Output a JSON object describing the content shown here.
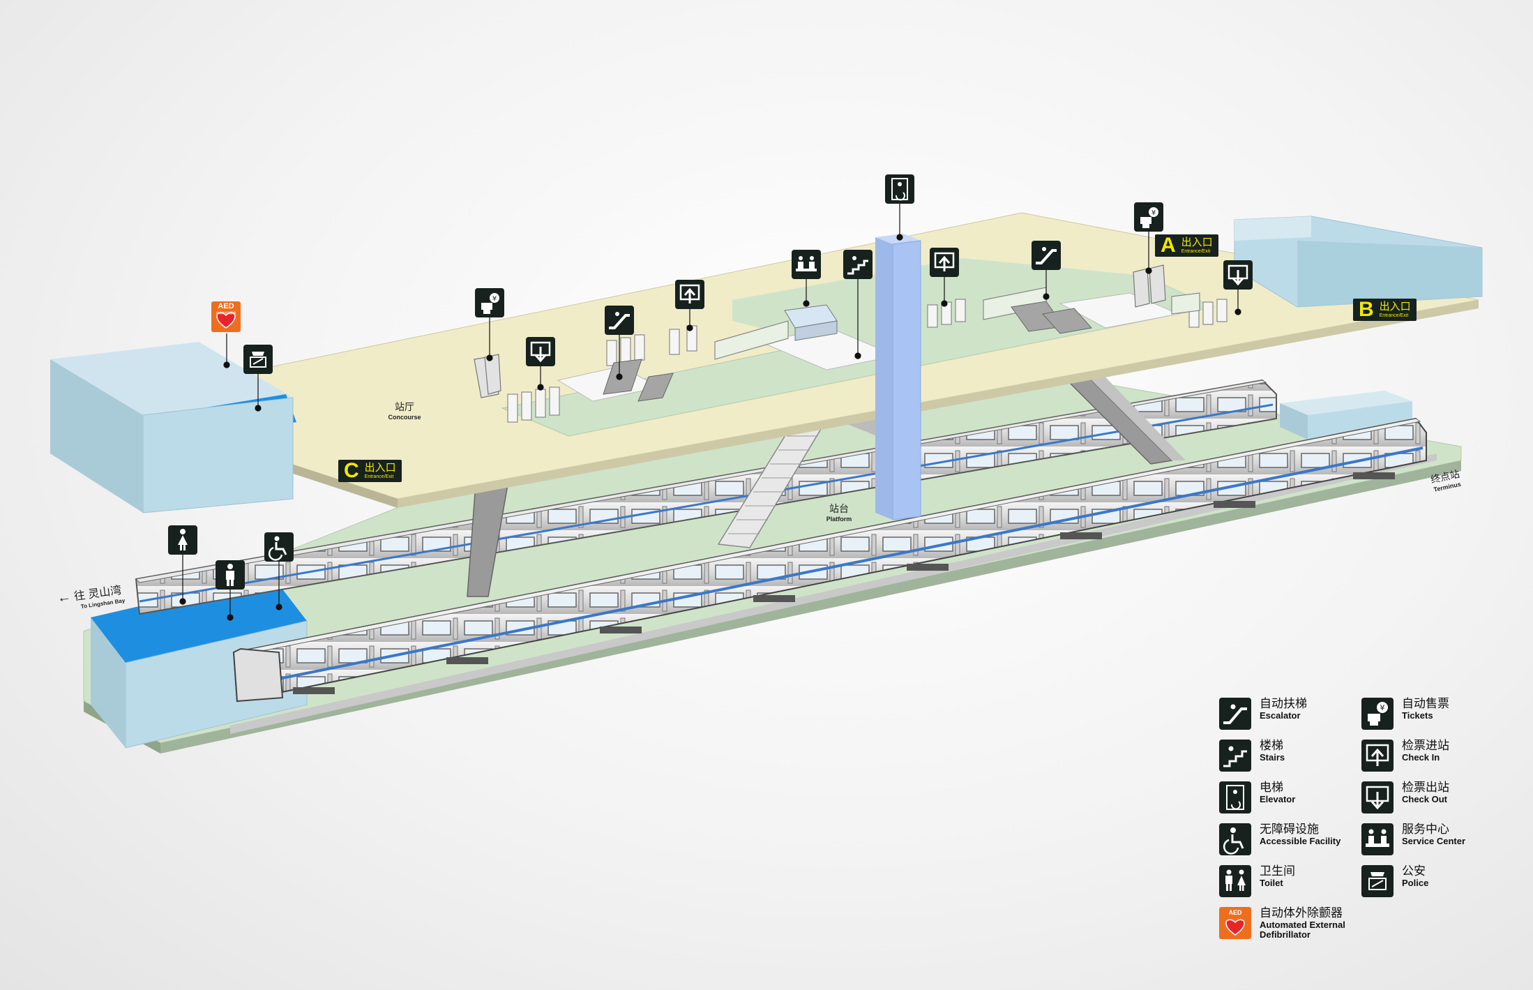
{
  "colors": {
    "sign_bg": "#17211e",
    "sign_fg": "#ffffff",
    "exit_text": "#f2e900",
    "aed_bg": "#ef6e1e",
    "concourse_floor": "#f0ecc8",
    "paid_area": "#cfe3c9",
    "highlight_blue": "#1e8fe0",
    "building_blue": "#bcdbe8",
    "elevator_shaft": "#a9c4f3"
  },
  "labels": {
    "concourse_zh": "站厅",
    "concourse_en": "Concourse",
    "platform_zh": "站台",
    "platform_en": "Platform",
    "terminus_zh": "终点站",
    "terminus_en": "Terminus",
    "direction_zh": "往 灵山湾",
    "direction_en": "To Lingshan Bay",
    "direction_arrow": "←"
  },
  "exits": [
    {
      "letter": "A",
      "zh": "出入口",
      "en": "Entrance/Exit"
    },
    {
      "letter": "B",
      "zh": "出入口",
      "en": "Entrance/Exit"
    },
    {
      "letter": "C",
      "zh": "出入口",
      "en": "Entrance/Exit"
    }
  ],
  "aed_badge": {
    "title": "AED",
    "subtitle": "自动体外除颤器"
  },
  "legend": [
    {
      "icon": "escalator-icon",
      "zh": "自动扶梯",
      "en": "Escalator"
    },
    {
      "icon": "tickets-icon",
      "zh": "自动售票",
      "en": "Tickets"
    },
    {
      "icon": "stairs-icon",
      "zh": "楼梯",
      "en": "Stairs"
    },
    {
      "icon": "check-in-icon",
      "zh": "检票进站",
      "en": "Check In"
    },
    {
      "icon": "elevator-icon",
      "zh": "电梯",
      "en": "Elevator"
    },
    {
      "icon": "check-out-icon",
      "zh": "检票出站",
      "en": "Check Out"
    },
    {
      "icon": "accessible-icon",
      "zh": "无障碍设施",
      "en": "Accessible Facility"
    },
    {
      "icon": "service-center-icon",
      "zh": "服务中心",
      "en": "Service Center"
    },
    {
      "icon": "toilet-icon",
      "zh": "卫生间",
      "en": "Toilet"
    },
    {
      "icon": "police-icon",
      "zh": "公安",
      "en": "Police"
    },
    {
      "icon": "aed-icon",
      "zh": "自动体外除颤器",
      "en_lines": [
        "Automated External",
        "Defibrillator"
      ]
    }
  ]
}
